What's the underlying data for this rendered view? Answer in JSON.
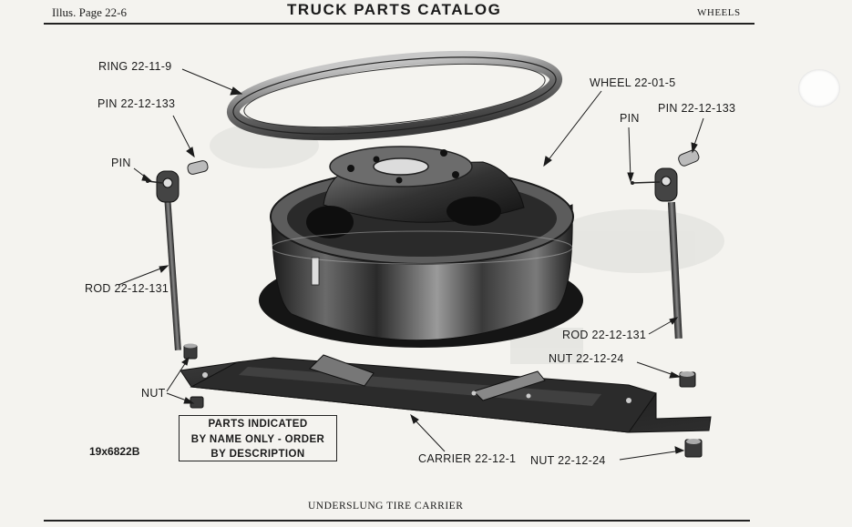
{
  "header": {
    "left": "Illus. Page 22-6",
    "center": "TRUCK PARTS CATALOG",
    "right": "WHEELS"
  },
  "footer": {
    "caption": "UNDERSLUNG TIRE CARRIER"
  },
  "callouts": {
    "ring": "RING 22-11-9",
    "pin_top_left": "PIN 22-12-133",
    "pin_left": "PIN",
    "wheel": "WHEEL 22-01-5",
    "pin_right": "PIN",
    "pin_top_right": "PIN 22-12-133",
    "rod_left": "ROD 22-12-131",
    "rod_right": "ROD 22-12-131",
    "nut_right_top": "NUT 22-12-24",
    "nut_left": "NUT",
    "carrier": "CARRIER 22-12-1",
    "nut_bottom": "NUT 22-12-24"
  },
  "note": {
    "line1": "PARTS INDICATED",
    "line2": "BY NAME ONLY - ORDER",
    "line3": "BY DESCRIPTION"
  },
  "figure_id": "19x6822B"
}
